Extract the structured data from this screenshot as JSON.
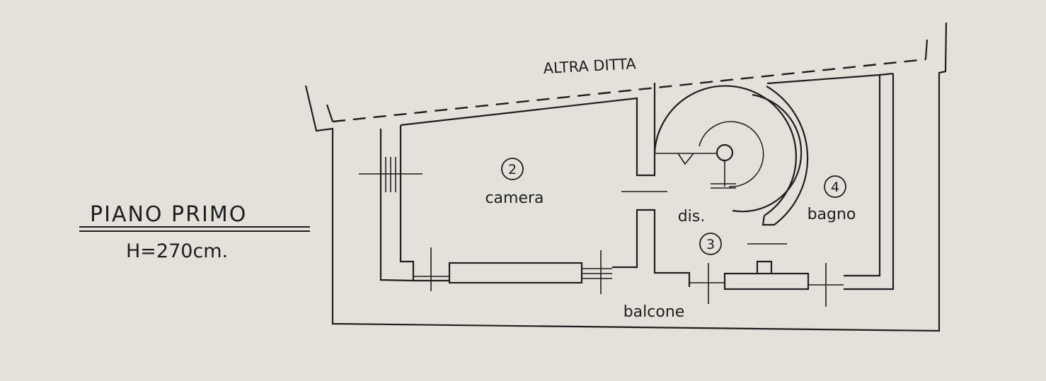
{
  "title": {
    "name": "PIANO PRIMO",
    "height": "H=270cm."
  },
  "neighbor_label": "ALTRA DITTA",
  "rooms": [
    {
      "number": "2",
      "name": "camera"
    },
    {
      "number": "3",
      "name": "dis."
    },
    {
      "number": "4",
      "name": "bagno"
    }
  ],
  "balcony_label": "balcone",
  "colors": {
    "paper": "#e4e1db",
    "ink": "#1e1e1e"
  }
}
